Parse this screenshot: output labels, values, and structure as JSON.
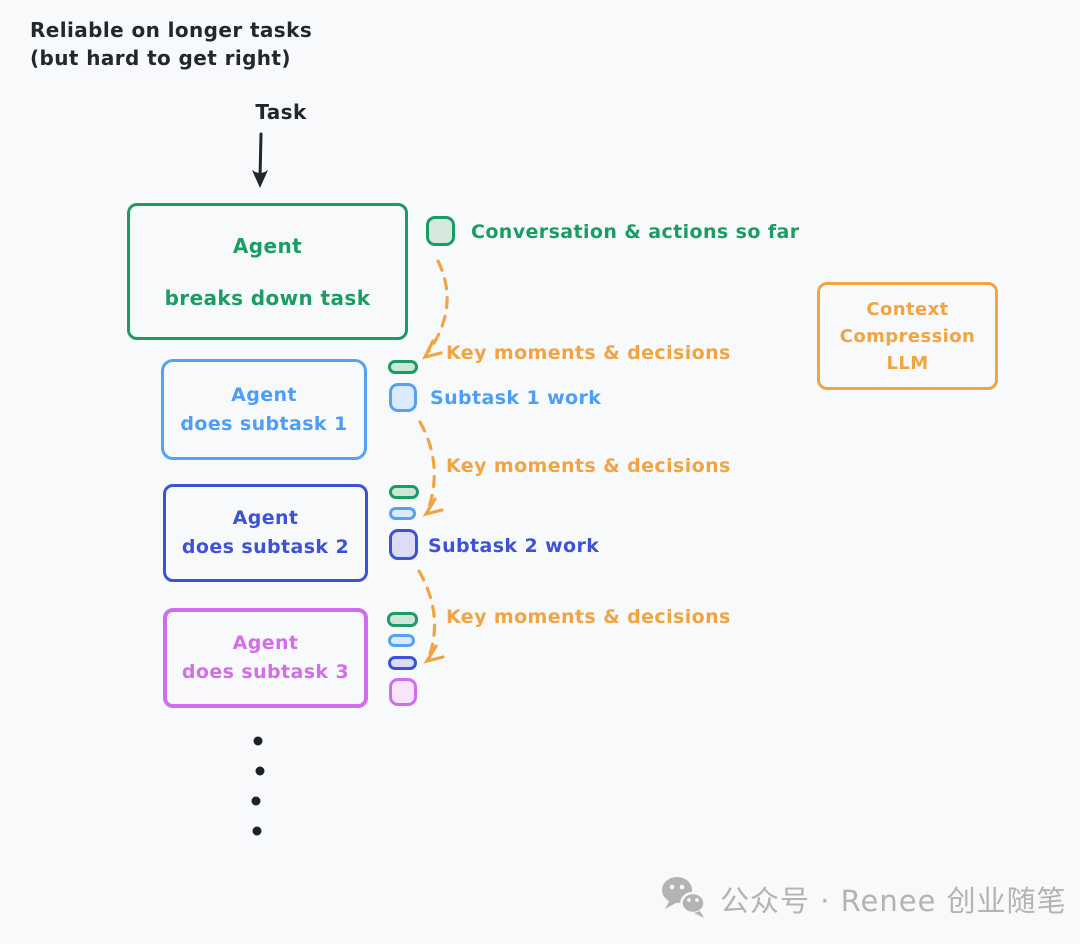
{
  "colors": {
    "background": "#f8f9fb",
    "green": "#1a9c63",
    "green_fill": "#d6e9dd",
    "light_blue": "#4d9ef5",
    "light_blue_fill": "#dbeafe",
    "royal_blue": "#3d52d5",
    "royal_blue_fill": "#dcdcf6",
    "purple": "#cf6def",
    "purple_fill": "#f8e4fb",
    "orange": "#f0a442",
    "ink": "#23262d",
    "watermark_gray": "#b3b3b5"
  },
  "annotation": {
    "line1": "Reliable on longer tasks",
    "line2": "(but hard to get right)"
  },
  "task_label": "Task",
  "main_agent": {
    "line1": "Agent",
    "line2": "breaks down task"
  },
  "labels": {
    "conversation": "Conversation & actions so far",
    "key_moments": "Key moments & decisions"
  },
  "subtasks": [
    {
      "line1": "Agent",
      "line2": "does subtask 1",
      "work_label": "Subtask 1 work"
    },
    {
      "line1": "Agent",
      "line2": "does subtask 2",
      "work_label": "Subtask 2 work"
    },
    {
      "line1": "Agent",
      "line2": "does subtask 3"
    }
  ],
  "context_box": {
    "line1": "Context",
    "line2": "Compression",
    "line3": "LLM"
  },
  "watermark": "公众号 · Renee 创业随笔"
}
